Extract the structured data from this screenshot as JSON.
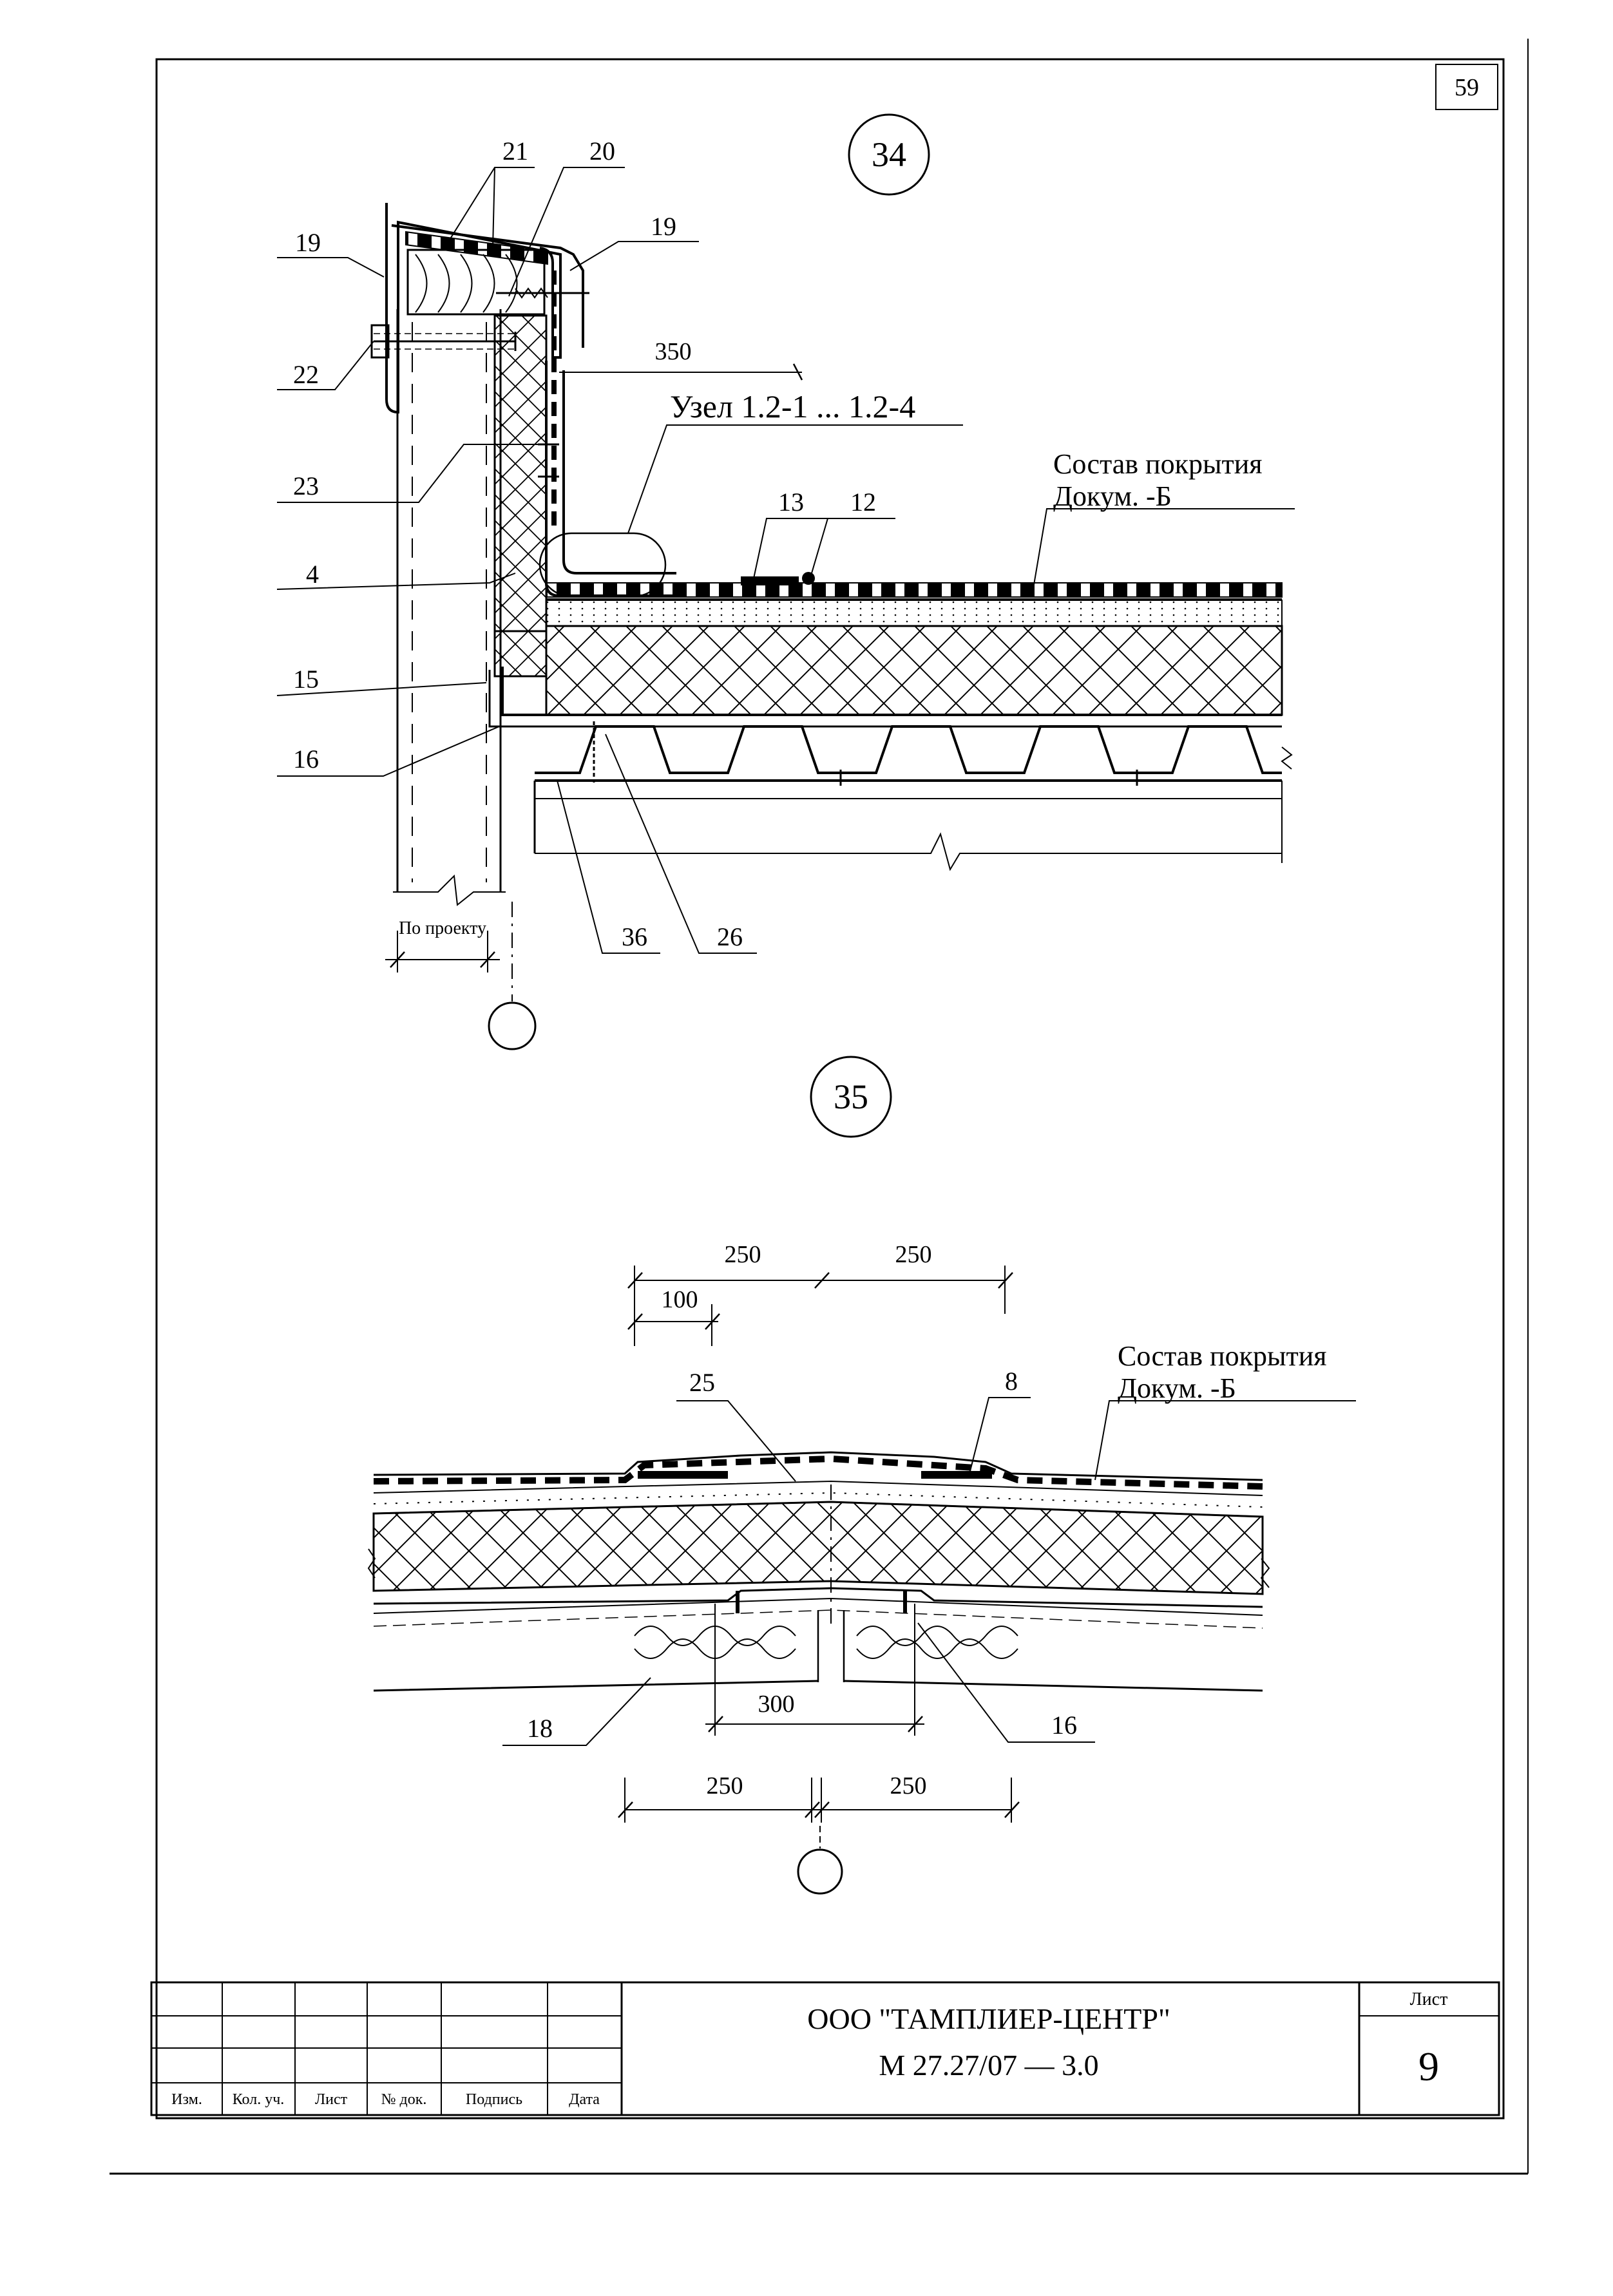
{
  "sheet": {
    "page_no": "59",
    "company": "ООО \"ТАМПЛИЕР-ЦЕНТР\"",
    "doc_code": "М 27.27/07 — 3.0",
    "sheet_label": "Лист",
    "sheet_number": "9",
    "stamp_columns": [
      "Изм.",
      "Кол. уч.",
      "Лист",
      "№ док.",
      "Подпись",
      "Дата"
    ]
  },
  "node34": {
    "number": "34",
    "node_ref": "Узел 1.2-1 ... 1.2-4",
    "roof_composition_line1": "Состав покрытия",
    "roof_composition_line2": "Докум. -Б",
    "dim_350": "350",
    "dim_project": "По проекту",
    "callouts": {
      "c21": "21",
      "c20": "20",
      "c19_left": "19",
      "c19_right": "19",
      "c22": "22",
      "c23": "23",
      "c13": "13",
      "c12": "12",
      "c4": "4",
      "c15": "15",
      "c16": "16",
      "c36": "36",
      "c26": "26"
    }
  },
  "node35": {
    "number": "35",
    "roof_composition_line1": "Состав покрытия",
    "roof_composition_line2": "Докум. -Б",
    "dims": {
      "d250_top_left": "250",
      "d250_top_right": "250",
      "d100": "100",
      "d300": "300",
      "d250_bot_left": "250",
      "d250_bot_right": "250"
    },
    "callouts": {
      "c25": "25",
      "c8": "8",
      "c18": "18",
      "c16": "16"
    }
  }
}
